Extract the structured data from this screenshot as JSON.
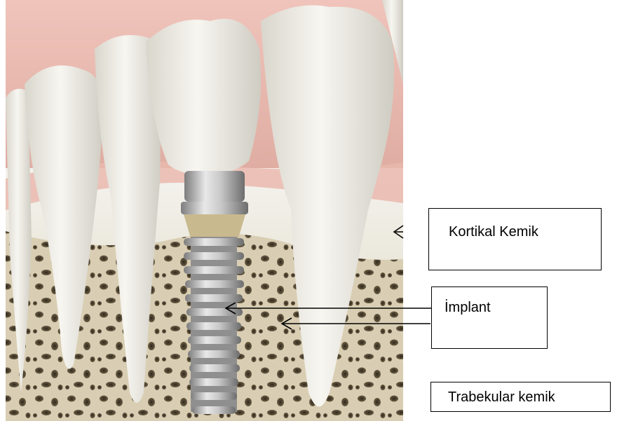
{
  "labels": {
    "cortical": "Kortikal Kemik",
    "implant": "İmplant",
    "trabecular": "Trabekular kemik"
  },
  "colors": {
    "gum": "#e8b7ad",
    "tooth": "#f1efe7",
    "bone_white": "#f6f5ef",
    "trabecular_bone": "#d8ccb0",
    "pore": "#4a4030",
    "metal": "#b8b8b8"
  }
}
